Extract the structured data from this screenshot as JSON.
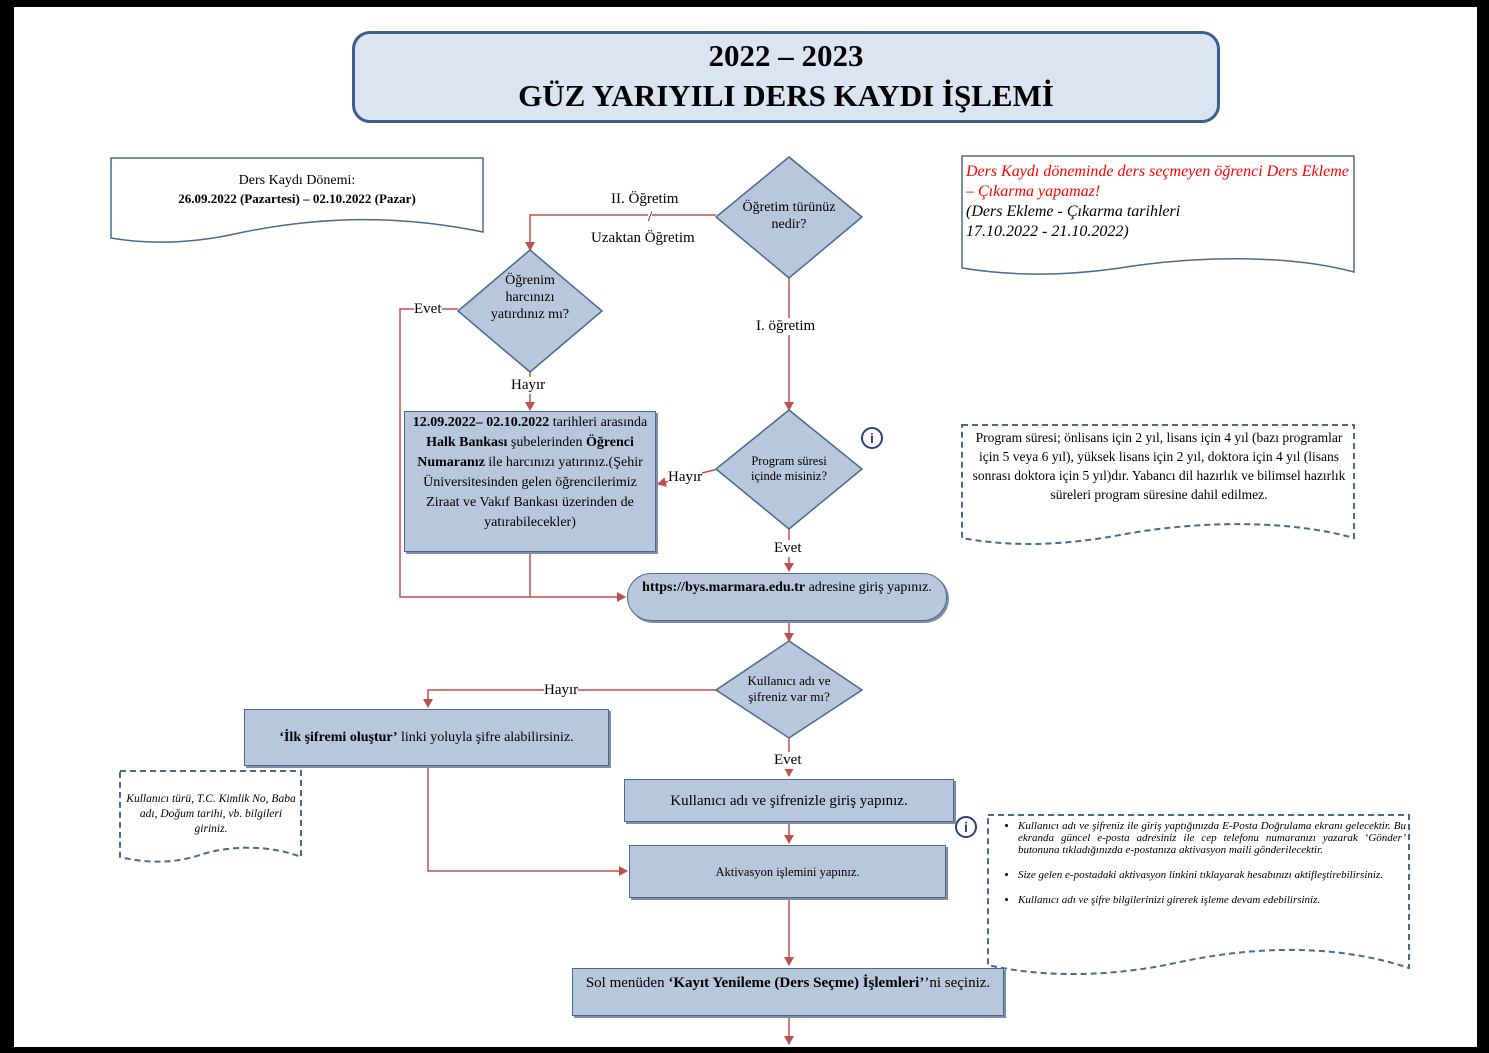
{
  "title": {
    "line1": "2022 – 2023",
    "line2": "GÜZ YARIYILI DERS KAYDI İŞLEMİ"
  },
  "period_note": {
    "line1": "Ders Kaydı Dönemi:",
    "line2": "26.09.2022 (Pazartesi) – 02.10.2022 (Pazar)"
  },
  "warning_note": {
    "red": "Ders Kaydı döneminde ders seçmeyen öğrenci Ders Ekleme – Çıkarma yapamaz!",
    "dates_line1": "(Ders Ekleme - Çıkarma tarihleri",
    "dates_line2": "17.10.2022 - 21.10.2022)"
  },
  "program_note": "Program süresi; önlisans için 2 yıl, lisans için 4 yıl (bazı programlar için 5 veya 6 yıl), yüksek lisans için 2 yıl, doktora için 4 yıl (lisans sonrası doktora için 5 yıl)dır. Yabancı dil hazırlık ve bilimsel hazırlık süreleri program süresine dahil edilmez.",
  "decisions": {
    "education_type": "Öğretim türünüz nedir?",
    "fee_paid": "Öğrenim harcınızı yatırdınız mı?",
    "program_duration": "Program süresi içinde misiniz?",
    "credentials": "Kullanıcı adı ve şifreniz var mı?"
  },
  "labels": {
    "second_education_a": "II. Öğretim",
    "slash": "/",
    "second_education_b": "Uzaktan Öğretim",
    "first_education": "I. öğretim",
    "evet_fee": "Evet",
    "hayir_fee": "Hayır",
    "hayir_program": "Hayır",
    "evet_program": "Evet",
    "hayir_credentials": "Hayır",
    "evet_credentials": "Evet"
  },
  "fee_box": {
    "p1_bold": "12.09.2022– 02.10.2022",
    "p1_rest": " tarihleri arasında ",
    "p2_bold": "Halk Bankası",
    "p2_rest": " şubelerinden ",
    "p3_bold": "Öğrenci Numaranız",
    "p3_rest": " ile harcınızı yatırınız.(Şehir Üniversitesinden gelen öğrencilerimiz Ziraat ve Vakıf Bankası üzerinden de yatırabilecekler)"
  },
  "login_site": {
    "bold": "https://bys.marmara.edu.tr",
    "rest": " adresine giriş yapınız."
  },
  "create_password": {
    "bold": "‘İlk şifremi oluştur’",
    "rest": " linki yoluyla şifre alabilirsiniz."
  },
  "create_password_note": "Kullanıcı türü, T.C. Kimlik No, Baba adı, Doğum tarihi, vb. bilgileri giriniz.",
  "login_box": "Kullanıcı adı ve şifrenizle giriş yapınız.",
  "activation_box": "Aktivasyon işlemini yapınız.",
  "select_courses": {
    "pre": "Sol menüden ",
    "bold": "‘Kayıt Yenileme (Ders Seçme) İşlemleri’",
    "post": "’ni seçiniz."
  },
  "activation_notes": [
    "Kullanıcı adı ve şifreniz ile giriş yaptığınızda E-Posta Doğrulama ekranı gelecektir. Bu ekranda güncel e-posta adresiniz ile cep telefonu numaranızı yazarak ‘Gönder’ butonuna tıkladığınızda e-postanıza aktivasyon maili gönderilecektir.",
    "Size gelen e-postadaki aktivasyon linkini tıklayarak hesabınızı aktifleştirebilirsiniz.",
    "Kullanıcı adı ve şifre bilgilerinizi girerek işleme devam edebilirsiniz."
  ],
  "info_icon": "i",
  "colors": {
    "box_fill": "#b8c7dc",
    "border": "#4b6a8f",
    "arrow": "#c0504d",
    "title_fill": "#dbe5f1",
    "warning_red": "#ff0000"
  }
}
